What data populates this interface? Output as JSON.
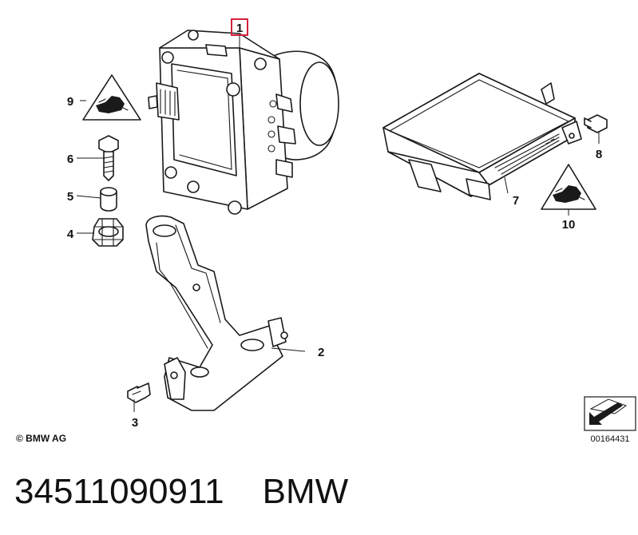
{
  "callouts": {
    "c1": "1",
    "c2": "2",
    "c3": "3",
    "c4": "4",
    "c5": "5",
    "c6": "6",
    "c7": "7",
    "c8": "8",
    "c9": "9",
    "c10": "10"
  },
  "copyright": "© BMW AG",
  "diagram_ref": "00164431",
  "part_number": "34511090911",
  "brand": "BMW",
  "colors": {
    "highlight_box": "#d4213d",
    "line": "#1a1a1a",
    "background": "#ffffff"
  }
}
